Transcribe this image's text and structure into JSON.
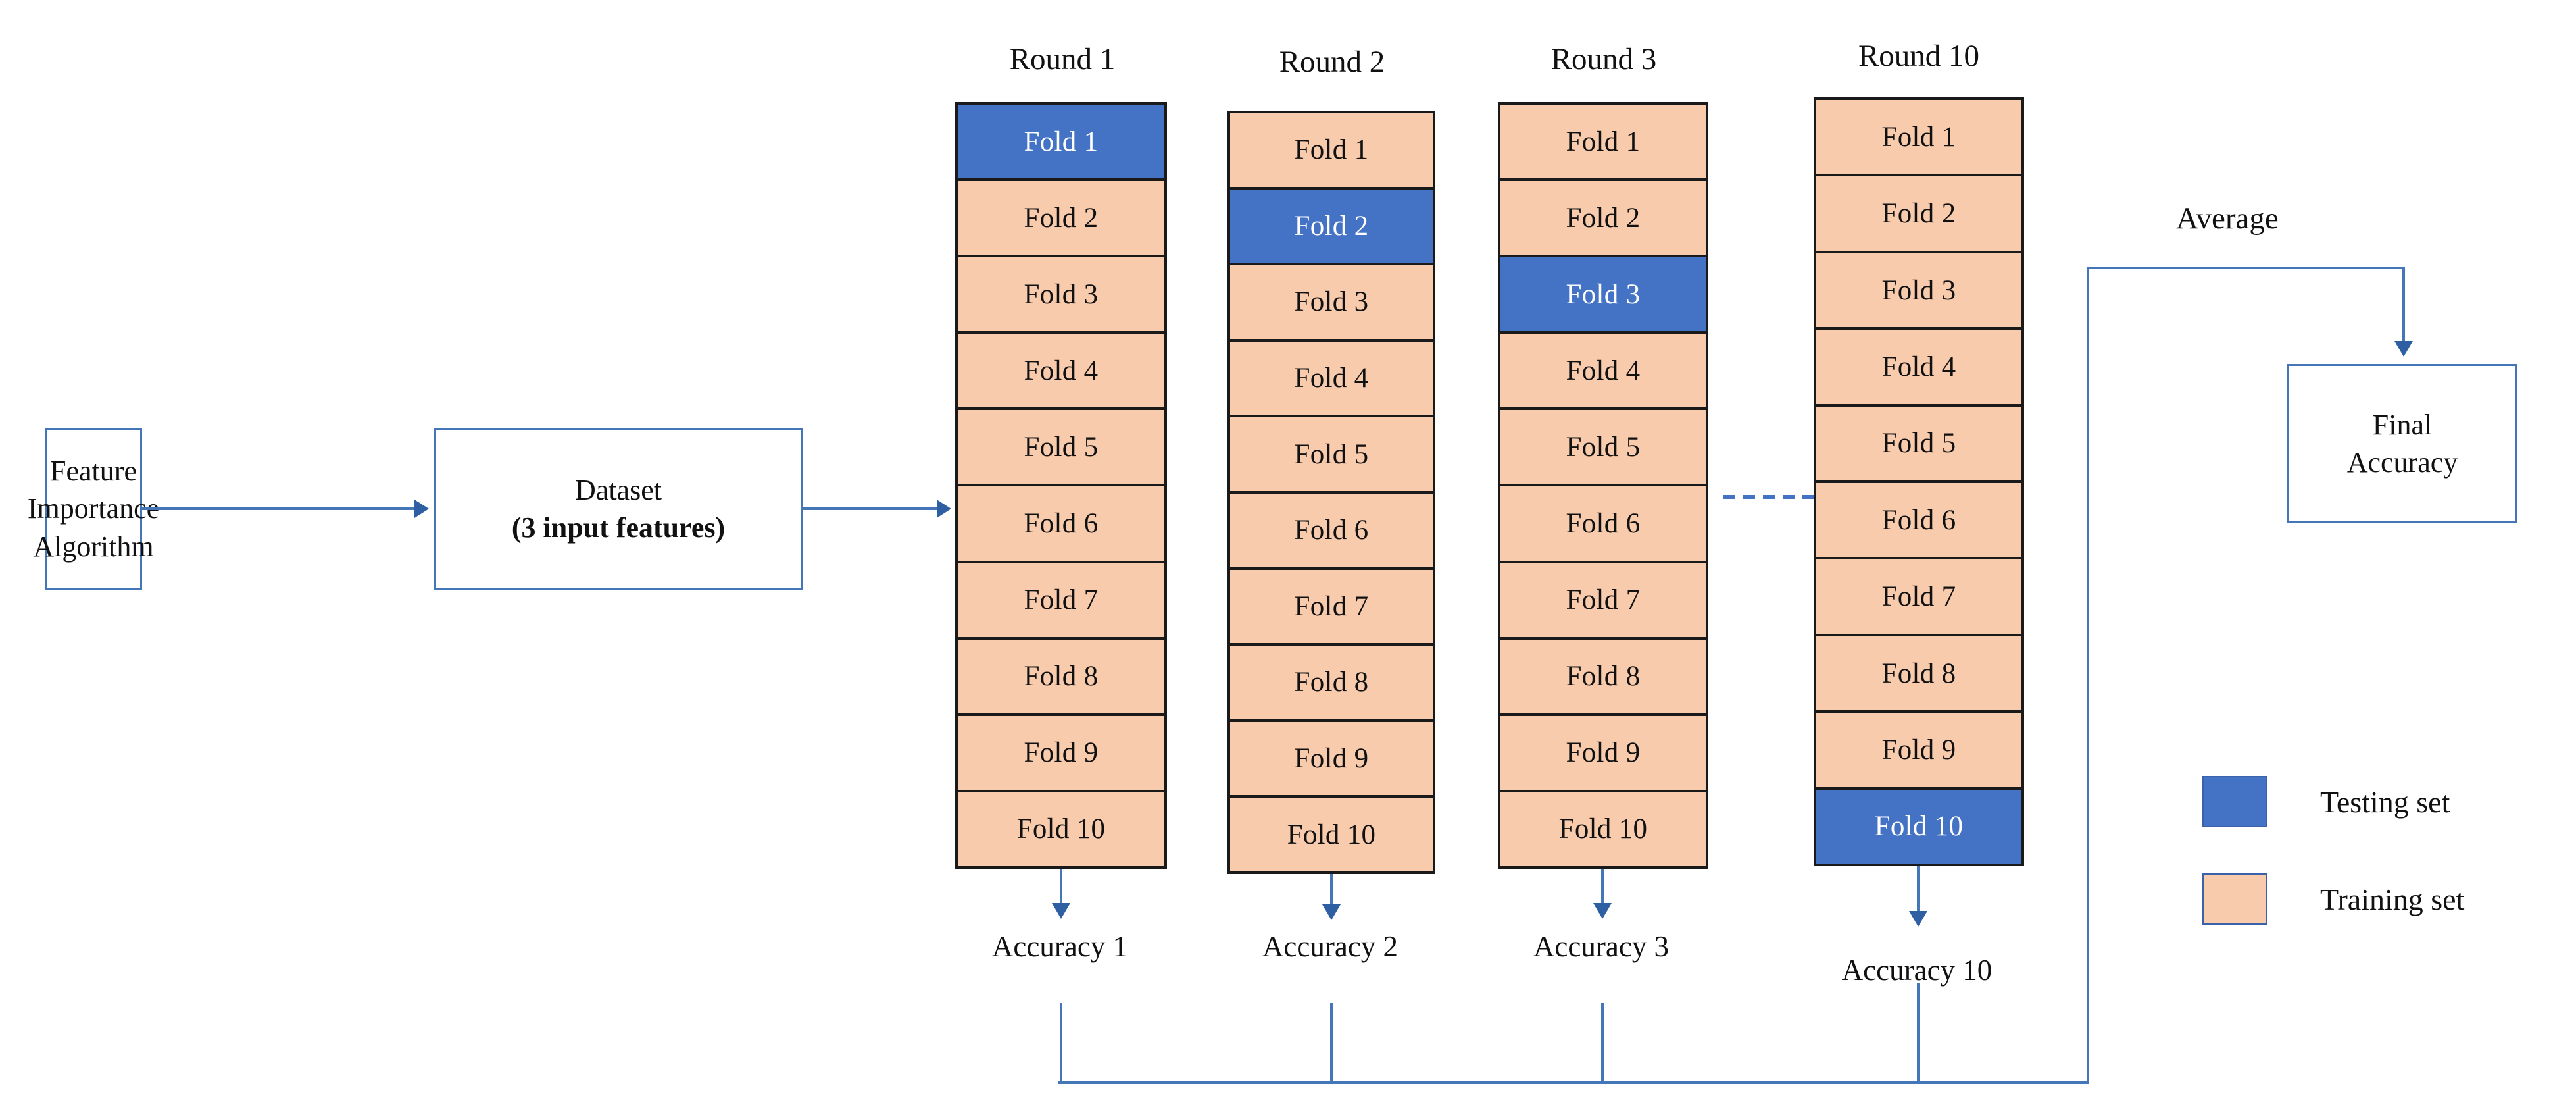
{
  "diagram": {
    "title": "10-fold cross validation workflow",
    "pipeline": {
      "feature_box": {
        "line1": "Feature",
        "line2": "Importance",
        "line3": "Algorithm"
      },
      "dataset_box": {
        "line1": "Dataset",
        "line2": "(3 input features)"
      }
    },
    "rounds": [
      {
        "title": "Round 1",
        "test_fold_index": 1,
        "accuracy_label": "Accuracy 1",
        "folds": [
          {
            "label": "Fold 1",
            "role": "testing"
          },
          {
            "label": "Fold 2",
            "role": "training"
          },
          {
            "label": "Fold 3",
            "role": "training"
          },
          {
            "label": "Fold 4",
            "role": "training"
          },
          {
            "label": "Fold 5",
            "role": "training"
          },
          {
            "label": "Fold 6",
            "role": "training"
          },
          {
            "label": "Fold 7",
            "role": "training"
          },
          {
            "label": "Fold 8",
            "role": "training"
          },
          {
            "label": "Fold 9",
            "role": "training"
          },
          {
            "label": "Fold 10",
            "role": "training"
          }
        ]
      },
      {
        "title": "Round 2",
        "test_fold_index": 2,
        "accuracy_label": "Accuracy 2",
        "folds": [
          {
            "label": "Fold 1",
            "role": "training"
          },
          {
            "label": "Fold 2",
            "role": "testing"
          },
          {
            "label": "Fold 3",
            "role": "training"
          },
          {
            "label": "Fold 4",
            "role": "training"
          },
          {
            "label": "Fold 5",
            "role": "training"
          },
          {
            "label": "Fold 6",
            "role": "training"
          },
          {
            "label": "Fold 7",
            "role": "training"
          },
          {
            "label": "Fold 8",
            "role": "training"
          },
          {
            "label": "Fold 9",
            "role": "training"
          },
          {
            "label": "Fold 10",
            "role": "training"
          }
        ]
      },
      {
        "title": "Round 3",
        "test_fold_index": 3,
        "accuracy_label": "Accuracy 3",
        "folds": [
          {
            "label": "Fold 1",
            "role": "training"
          },
          {
            "label": "Fold 2",
            "role": "training"
          },
          {
            "label": "Fold 3",
            "role": "testing"
          },
          {
            "label": "Fold 4",
            "role": "training"
          },
          {
            "label": "Fold 5",
            "role": "training"
          },
          {
            "label": "Fold 6",
            "role": "training"
          },
          {
            "label": "Fold 7",
            "role": "training"
          },
          {
            "label": "Fold 8",
            "role": "training"
          },
          {
            "label": "Fold 9",
            "role": "training"
          },
          {
            "label": "Fold 10",
            "role": "training"
          }
        ]
      },
      {
        "title": "Round 10",
        "test_fold_index": 10,
        "accuracy_label": "Accuracy 10",
        "folds": [
          {
            "label": "Fold 1",
            "role": "training"
          },
          {
            "label": "Fold 2",
            "role": "training"
          },
          {
            "label": "Fold 3",
            "role": "training"
          },
          {
            "label": "Fold 4",
            "role": "training"
          },
          {
            "label": "Fold 5",
            "role": "training"
          },
          {
            "label": "Fold 6",
            "role": "training"
          },
          {
            "label": "Fold 7",
            "role": "training"
          },
          {
            "label": "Fold 8",
            "role": "training"
          },
          {
            "label": "Fold 9",
            "role": "training"
          },
          {
            "label": "Fold 10",
            "role": "testing"
          }
        ]
      }
    ],
    "ellipsis": "horizontal-dotted-line",
    "average_label": "Average",
    "final_box": {
      "line1": "Final",
      "line2": "Accuracy"
    },
    "legend": [
      {
        "label": "Testing set",
        "color": "#4472C4"
      },
      {
        "label": "Training set",
        "color": "#F8CBAD"
      }
    ],
    "colors": {
      "testing": "#4472C4",
      "training": "#F8CBAD",
      "connector": "#4577B8",
      "arrow": "#2E5FA3",
      "fold_border": "#1a1a1a",
      "box_border": "#4577B8",
      "background": "#ffffff",
      "text": "#111111"
    }
  }
}
